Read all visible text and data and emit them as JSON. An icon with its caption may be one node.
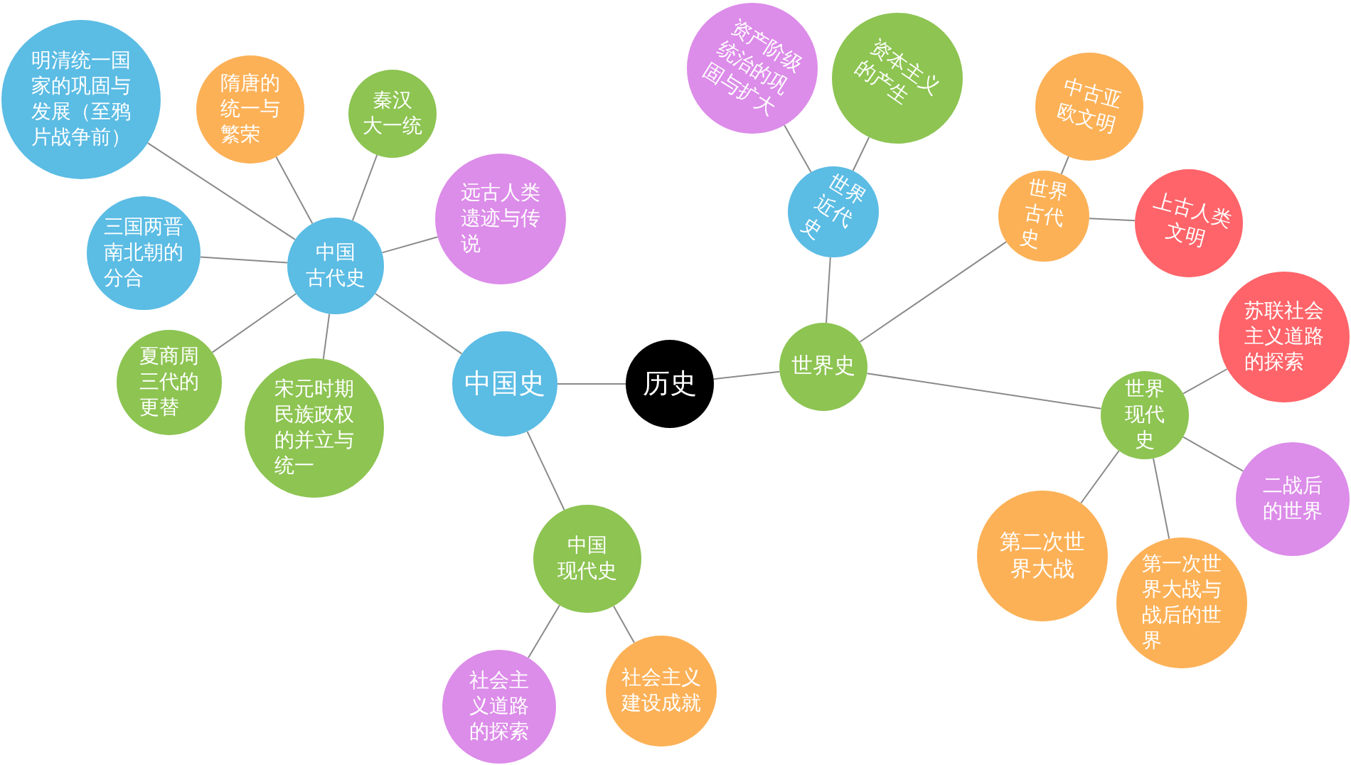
{
  "diagram": {
    "nodes": [
      {
        "text": [
          "历史"
        ]
      },
      {
        "text": [
          "中国史"
        ]
      },
      {
        "text": [
          "中国古代史"
        ]
      },
      {
        "text": [
          "明清统一国家的巩固与发展（至鸦片战争前）"
        ]
      },
      {
        "text": [
          "隋唐的统一与繁荣"
        ]
      },
      {
        "text": [
          "秦汉大一统"
        ]
      },
      {
        "text": [
          "远古人类遗迹与传说"
        ]
      },
      {
        "text": [
          "三国两晋南北朝的分合"
        ]
      },
      {
        "text": [
          "夏商周三代的更替"
        ]
      },
      {
        "text": [
          "宋元时期民族政权的并立与统一"
        ]
      },
      {
        "text": [
          "中国现代史"
        ]
      },
      {
        "text": [
          "社会主义道路的探索"
        ]
      },
      {
        "text": [
          "社会主义建设成就"
        ]
      },
      {
        "text": [
          "世界史"
        ]
      },
      {
        "text": [
          "世界近代史"
        ]
      },
      {
        "text": [
          "资产阶级统治的巩固与扩大"
        ]
      },
      {
        "text": [
          "资本主义的产生"
        ]
      },
      {
        "text": [
          "世界古代史"
        ]
      },
      {
        "text": [
          "中古亚欧文明"
        ]
      },
      {
        "text": [
          "上古人类文明"
        ]
      },
      {
        "text": [
          "世界现代史"
        ]
      },
      {
        "text": [
          "苏联社会主义道路的探索"
        ]
      },
      {
        "text": [
          "二战后的世界"
        ]
      },
      {
        "text": [
          "第二次世界大战"
        ]
      },
      {
        "text": [
          "第一次世界大战与战后的世界"
        ]
      }
    ],
    "edges": [
      {
        "from": 0,
        "to": 1,
        "arrow": "none"
      },
      {
        "from": 0,
        "to": 13,
        "arrow": "none"
      },
      {
        "from": 1,
        "to": 2,
        "arrow": "none"
      },
      {
        "from": 1,
        "to": 10,
        "arrow": "none"
      },
      {
        "from": 2,
        "to": 3,
        "arrow": "none"
      },
      {
        "from": 2,
        "to": 4,
        "arrow": "none"
      },
      {
        "from": 2,
        "to": 5,
        "arrow": "none"
      },
      {
        "from": 2,
        "to": 6,
        "arrow": "none"
      },
      {
        "from": 2,
        "to": 7,
        "arrow": "none"
      },
      {
        "from": 2,
        "to": 8,
        "arrow": "none"
      },
      {
        "from": 2,
        "to": 9,
        "arrow": "none"
      },
      {
        "from": 10,
        "to": 11,
        "arrow": "none"
      },
      {
        "from": 10,
        "to": 12,
        "arrow": "none"
      },
      {
        "from": 13,
        "to": 14,
        "arrow": "none"
      },
      {
        "from": 13,
        "to": 17,
        "arrow": "none"
      },
      {
        "from": 13,
        "to": 20,
        "arrow": "none"
      },
      {
        "from": 14,
        "to": 15,
        "arrow": "none"
      },
      {
        "from": 14,
        "to": 16,
        "arrow": "none"
      },
      {
        "from": 17,
        "to": 18,
        "arrow": "none"
      },
      {
        "from": 17,
        "to": 19,
        "arrow": "none"
      },
      {
        "from": 20,
        "to": 21,
        "arrow": "none"
      },
      {
        "from": 20,
        "to": 22,
        "arrow": "none"
      },
      {
        "from": 20,
        "to": 23,
        "arrow": "none"
      },
      {
        "from": 20,
        "to": 24,
        "arrow": "none"
      }
    ]
  }
}
